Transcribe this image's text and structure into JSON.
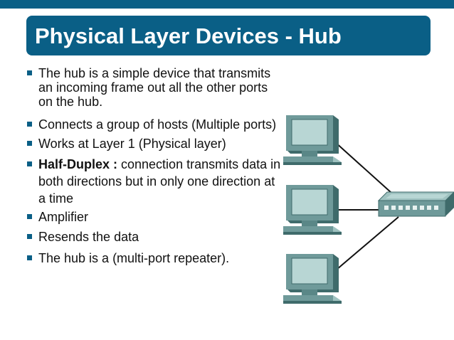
{
  "slide": {
    "title": "Physical Layer Devices - Hub",
    "bullets": [
      {
        "text": "The hub is a simple device that transmits an incoming frame out all the other ports on the hub."
      },
      {
        "text": "Connects a group of hosts (Multiple ports)"
      },
      {
        "text": "Works at Layer 1 (Physical layer)"
      },
      {
        "bold": "Half-Duplex :",
        "text": " connection transmits data in both directions but in only one direction at a time"
      },
      {
        "text": "Amplifier"
      },
      {
        "text": "Resends the data"
      },
      {
        "text": "The hub is a (multi-port repeater)."
      }
    ]
  },
  "colors": {
    "accent": "#0a5f86",
    "device": "#6f9a9a",
    "device_dark": "#3f6b6b",
    "screen": "#b8d6d4"
  },
  "icons": [
    "computer-icon",
    "hub-icon"
  ]
}
